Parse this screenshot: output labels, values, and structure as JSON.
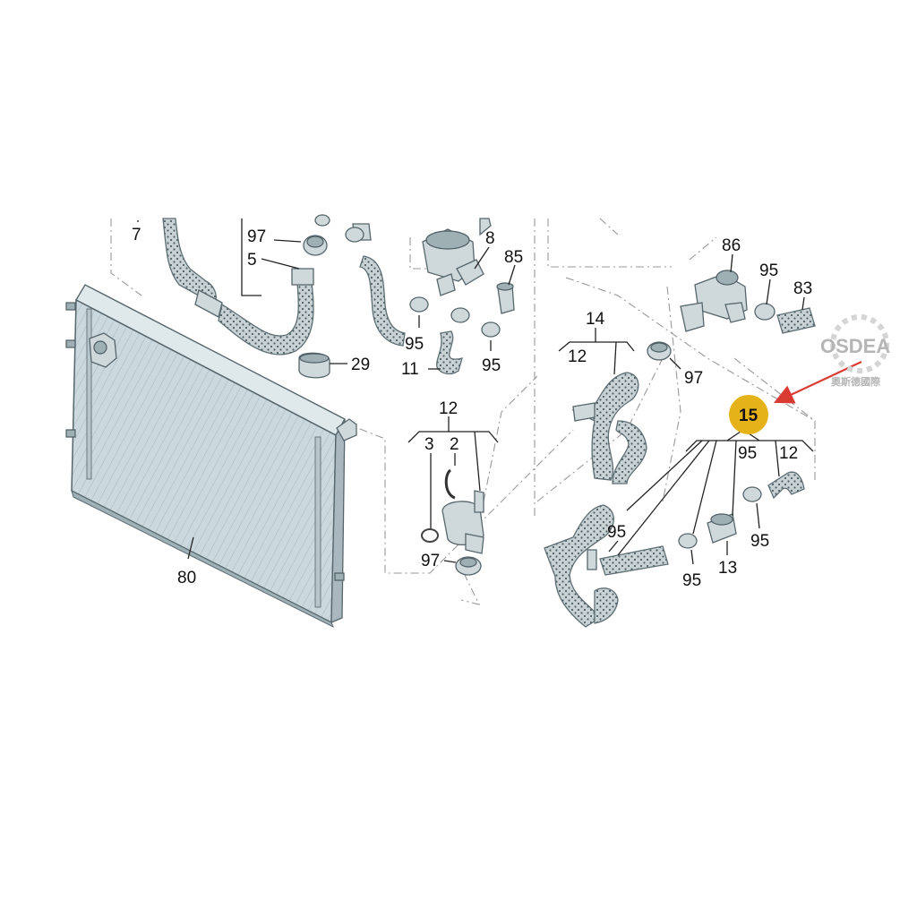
{
  "watermark": {
    "brand": "OSDEA",
    "subtitle": "奧斯德國際"
  },
  "labels": {
    "p7": "7",
    "p97a": "97",
    "p5": "5",
    "p29": "29",
    "p8": "8",
    "p85": "85",
    "p95a": "95",
    "p95b": "95",
    "p11": "11",
    "p80": "80",
    "p12a": "12",
    "p3": "3",
    "p2": "2",
    "p97b": "97",
    "p14": "14",
    "p12b": "12",
    "p97c": "97",
    "p86": "86",
    "p95c": "95",
    "p83": "83",
    "p15": "15",
    "p95d": "95",
    "p12c": "12",
    "p95e": "95",
    "p95f": "95",
    "p95g": "95",
    "p13": "13"
  },
  "colors": {
    "highlight": "#e5b21a",
    "arrow": "#d93a32",
    "radiator": "#cbd8de",
    "hose": "#c9d3d6"
  }
}
